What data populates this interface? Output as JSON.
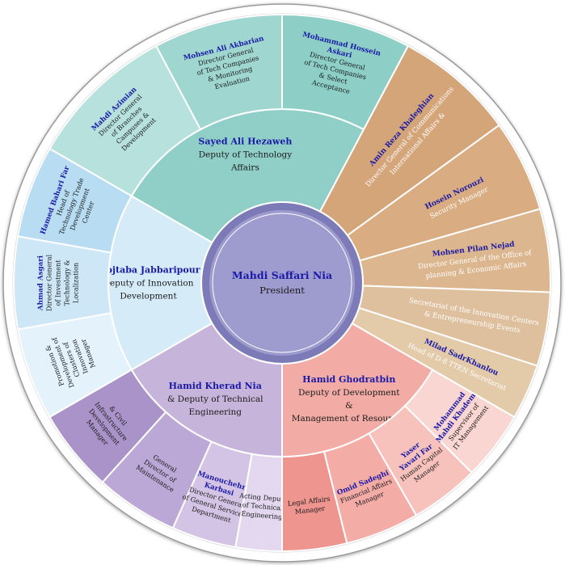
{
  "center": {
    "name": "Mahdi Saffari Nia",
    "title": "President",
    "fill": "#9e9bcf",
    "ring": "#7d7ab8"
  },
  "deputies": [
    {
      "id": "technology",
      "name": "Sayed Ali  Hezaweh",
      "lines": [
        "Deputy of Technology",
        "Affairs"
      ],
      "fill": "#90cfc7",
      "subunits": [
        {
          "id": "tech-select",
          "name": [
            "Mohammad Hossein",
            "Askari"
          ],
          "lines": [
            "Director General",
            "of Tech Companies",
            "& Select",
            "Acceptance"
          ],
          "fill": "#8dcfc7"
        },
        {
          "id": "tech-monitor",
          "name": [
            "Mohsen Ali  Akbarian"
          ],
          "lines": [
            "Director General",
            "of Tech Companies",
            "& Monitoring",
            "Evaluation"
          ],
          "fill": "#9fd6cf"
        },
        {
          "id": "branches",
          "name": [
            "Mahdi Azimian"
          ],
          "lines": [
            "Director General",
            "of Branches",
            "Campuses &",
            "Development"
          ],
          "fill": "#b6e1dc"
        }
      ]
    },
    {
      "id": "innovation",
      "name": "Mojtaba Jabbaripour",
      "lines": [
        "Deputy of Innovation",
        "Development"
      ],
      "fill": "#d6ebf8",
      "subunits": [
        {
          "id": "trade",
          "name": [
            "Hamed Bahari Far"
          ],
          "lines": [
            "Head of",
            "Technology Trade",
            "Development",
            "Center"
          ],
          "fill": "#b8ddf3"
        },
        {
          "id": "investment",
          "name": [
            "Ahmad Asgari"
          ],
          "lines": [
            "Director General",
            "of Investment",
            "Technology &",
            "Localization"
          ],
          "fill": "#cde7f6"
        },
        {
          "id": "clusters",
          "name": [],
          "lines": [
            "Promotion &",
            "Development of",
            "Clusters of",
            "Innovation",
            "Manager"
          ],
          "fill": "#e3f2fb"
        }
      ]
    },
    {
      "id": "technical",
      "name": "Hamid Kherad Nia",
      "lines": [
        "& Deputy of Technical",
        "Engineering"
      ],
      "fill": "#c7b4da",
      "subunits": [
        {
          "id": "infrastructure",
          "name": [],
          "lines": [
            "& Civil",
            "Infrastructure",
            "Development",
            "Manager"
          ],
          "fill": "#a993c9"
        },
        {
          "id": "maintenance",
          "name": [],
          "lines": [
            "General",
            "Director of",
            "Maintenance"
          ],
          "fill": "#bca8d6"
        },
        {
          "id": "general-services",
          "name": [
            "Manouchehr",
            "Karbasi"
          ],
          "lines": [
            "Director General",
            "of General Services",
            "Department"
          ],
          "fill": "#d3c4e6"
        },
        {
          "id": "acting-tech",
          "name": [],
          "lines": [
            "Acting Deputy",
            "of Technical",
            "Engineering"
          ],
          "fill": "#e3d8ef"
        }
      ]
    },
    {
      "id": "development",
      "name": "Hamid Ghodratbin",
      "lines": [
        "Deputy of Development",
        "&",
        "Management of Resources"
      ],
      "fill": "#f2aca5",
      "subunits": [
        {
          "id": "legal",
          "name": [],
          "lines": [
            "Legal Affairs",
            "Manager"
          ],
          "fill": "#ee9590"
        },
        {
          "id": "financial",
          "name": [
            "Omid Sadeghi"
          ],
          "lines": [
            "Financial Affairs",
            "Manager"
          ],
          "fill": "#f4aca7"
        },
        {
          "id": "human-capital",
          "name": [
            "Yaser",
            "Yavari Far"
          ],
          "lines": [
            "Human Capital",
            "Manager"
          ],
          "fill": "#f7c1bc"
        },
        {
          "id": "it",
          "name": [
            "Mohammad",
            "Mahdi Khademi"
          ],
          "lines": [
            "Supervisor of",
            "IT Management"
          ],
          "fill": "#f9d6d1"
        }
      ]
    }
  ],
  "direct_units": [
    {
      "id": "communications",
      "name": "Amin Reza  Khaleghian",
      "lines": [
        "Director General of Communications",
        "International Affairs &"
      ],
      "fill": "#d5a57a"
    },
    {
      "id": "security",
      "name": "Hosein Norouzi",
      "lines": [
        "Security Manager"
      ],
      "fill": "#d9ac82"
    },
    {
      "id": "planning",
      "name": "Mohsen Pilan Nejad",
      "lines": [
        "Director General of   the Office of",
        "planning & Economic Affairs"
      ],
      "fill": "#dcb68f"
    },
    {
      "id": "secretariat",
      "name": "",
      "lines": [
        "Secretariat of the Innovation Centers",
        "& Entrepreneurship Events"
      ],
      "fill": "#dfc09e"
    },
    {
      "id": "d8",
      "name": "Milad SadrKhanlou",
      "lines": [
        "Head of D-8 TTEN Secretariat"
      ],
      "fill": "#e3caa9"
    }
  ],
  "colors": {
    "name_text": "#1a1aa6",
    "body_text": "#1a1a1a",
    "direct_text": "#ffffff",
    "divider": "#ffffff",
    "outer_stroke": "#9a9a9a"
  }
}
